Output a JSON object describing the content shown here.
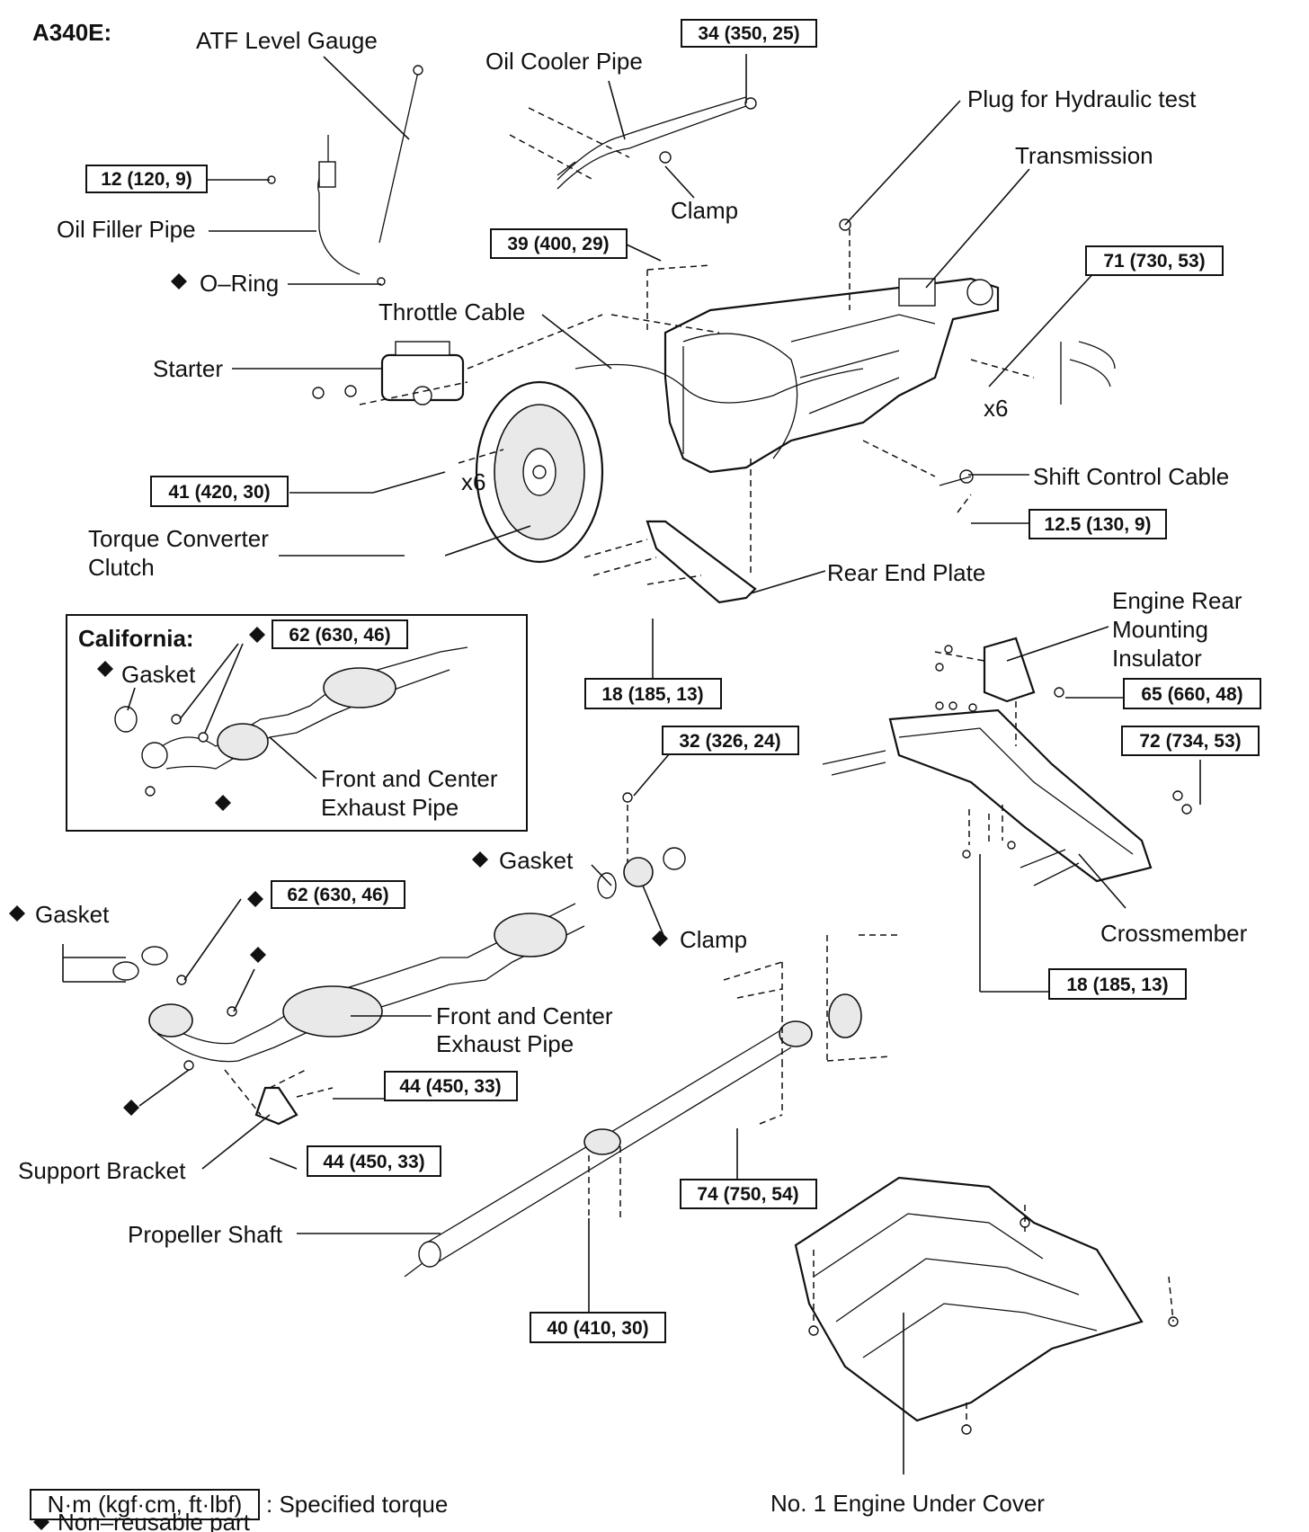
{
  "model": "A340E:",
  "labels": {
    "atf_level_gauge": "ATF Level Gauge",
    "oil_cooler_pipe": "Oil Cooler Pipe",
    "plug_hydraulic_test": "Plug for Hydraulic test",
    "transmission": "Transmission",
    "clamp_top": "Clamp",
    "oil_filler_pipe": "Oil Filler Pipe",
    "o_ring": "O–Ring",
    "throttle_cable": "Throttle Cable",
    "starter": "Starter",
    "x6_right": "x6",
    "x6_left": "x6",
    "shift_control_cable": "Shift Control Cable",
    "torque_converter_1": "Torque Converter",
    "torque_converter_2": "Clutch",
    "rear_end_plate": "Rear End Plate",
    "california": "California:",
    "gasket_cal": "Gasket",
    "exhaust_cal_1": "Front and Center",
    "exhaust_cal_2": "Exhaust Pipe",
    "engine_rear_1": "Engine Rear",
    "engine_rear_2": "Mounting",
    "engine_rear_3": "Insulator",
    "gasket_mid": "Gasket",
    "clamp_mid": "Clamp",
    "gasket_left": "Gasket",
    "crossmember": "Crossmember",
    "exhaust_1": "Front and Center",
    "exhaust_2": "Exhaust Pipe",
    "support_bracket": "Support Bracket",
    "propeller_shaft": "Propeller Shaft",
    "under_cover": "No. 1 Engine Under Cover"
  },
  "torques": {
    "t34": "34 (350, 25)",
    "t12": "12 (120, 9)",
    "t39": "39 (400, 29)",
    "t71": "71 (730, 53)",
    "t41": "41 (420, 30)",
    "t12_5": "12.5 (130, 9)",
    "t62_cal": "62 (630, 46)",
    "t18_mid": "18 (185, 13)",
    "t65": "65 (660, 48)",
    "t32": "32 (326, 24)",
    "t72": "72 (734, 53)",
    "t62": "62 (630, 46)",
    "t18_right": "18 (185, 13)",
    "t44_a": "44 (450, 33)",
    "t44_b": "44 (450, 33)",
    "t74": "74 (750, 54)",
    "t40": "40 (410, 30)"
  },
  "legend": {
    "unit_box": "N·m (kgf·cm, ft·lbf)",
    "unit_text": ": Specified torque",
    "nonreusable": "Non–reusable part"
  }
}
